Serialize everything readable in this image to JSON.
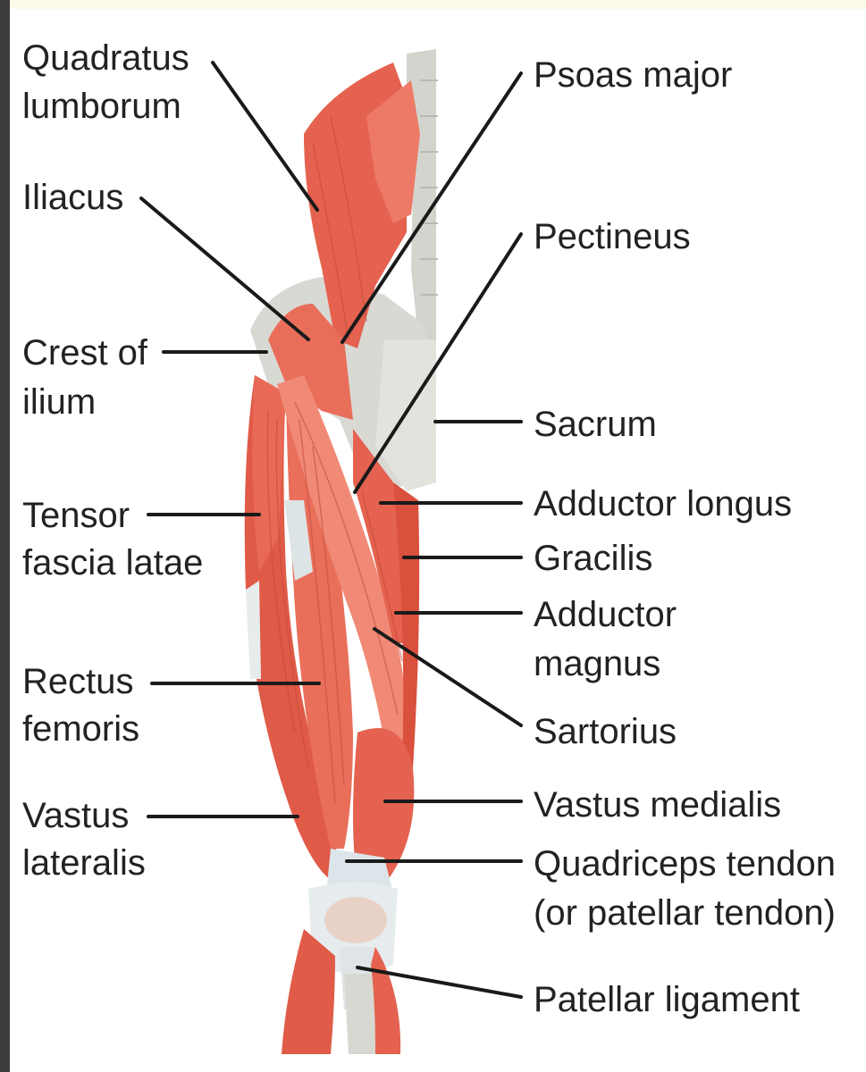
{
  "labels": {
    "quadratus_lumborum": [
      "Quadratus",
      "lumborum"
    ],
    "iliacus": "Iliacus",
    "crest_of_ilium": [
      "Crest of",
      "ilium"
    ],
    "tensor_fascia_latae": [
      "Tensor",
      "fascia latae"
    ],
    "rectus_femoris": [
      "Rectus",
      "femoris"
    ],
    "vastus_lateralis": [
      "Vastus",
      "lateralis"
    ],
    "psoas_major": "Psoas major",
    "pectineus": "Pectineus",
    "sacrum": "Sacrum",
    "adductor_longus": "Adductor longus",
    "gracilis": "Gracilis",
    "adductor_magnus": [
      "Adductor",
      "magnus"
    ],
    "sartorius": "Sartorius",
    "vastus_medialis": "Vastus medialis",
    "quadriceps_tendon": [
      "Quadriceps tendon",
      "(or patellar tendon)"
    ],
    "patellar_ligament": "Patellar ligament"
  },
  "colors": {
    "muscle": "#e4624f",
    "muscle_light": "#f08a76",
    "muscle_dark": "#c44a3a",
    "bone": "#d9d9d4",
    "tendon": "#dce6ea",
    "leader": "#1a1a1a",
    "text": "#222222"
  }
}
